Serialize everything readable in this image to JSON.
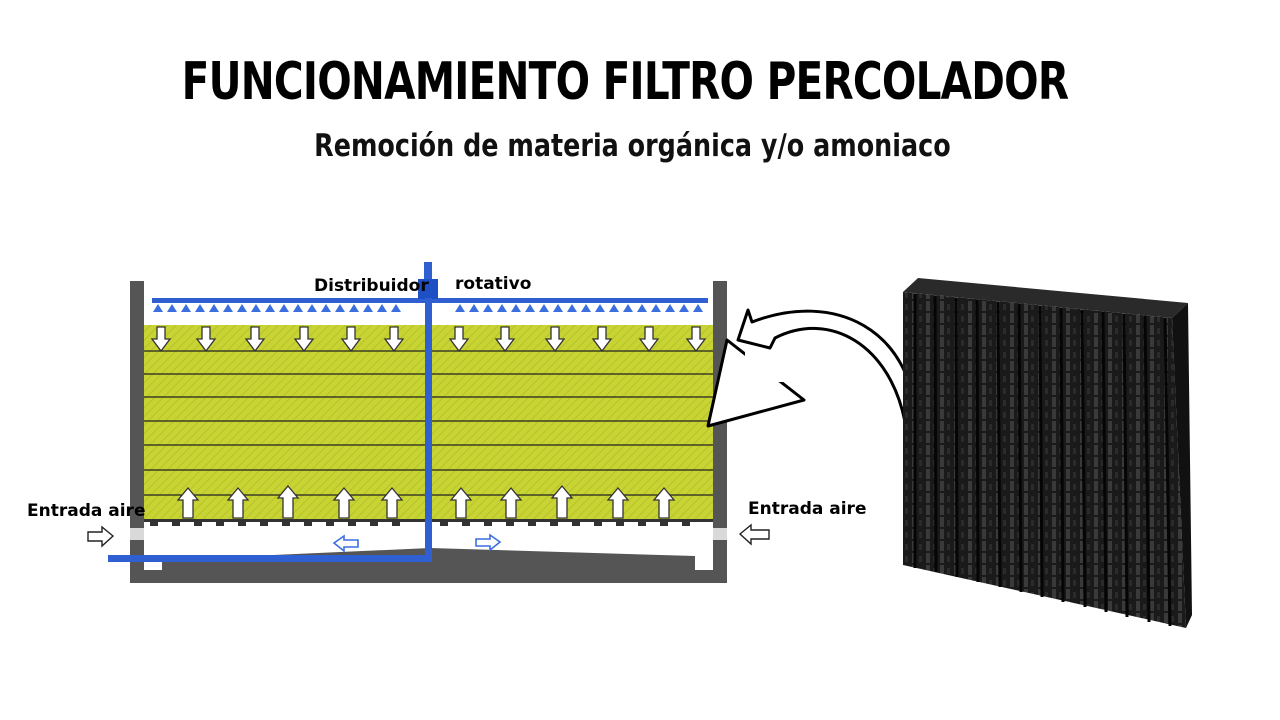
{
  "title": "FUNCIONAMIENTO FILTRO PERCOLADOR",
  "subtitle": "Remoción de materia orgánica y/o amoniaco",
  "labels": {
    "distributor_left": "Distribuidor",
    "distributor_right": "rotativo",
    "air_inlet_left": "Entrada aire",
    "air_inlet_right": "Entrada aire"
  },
  "colors": {
    "media_fill": "#c4d12e",
    "pipe": "#2f5fd0",
    "nozzle": "#3b6fe0",
    "wall": "#555555",
    "plastic_media": "#1c1c1c"
  },
  "icons": [
    "arrow-down-icon",
    "arrow-up-icon",
    "arrow-right-icon",
    "arrow-left-icon",
    "curved-arrow-icon"
  ]
}
